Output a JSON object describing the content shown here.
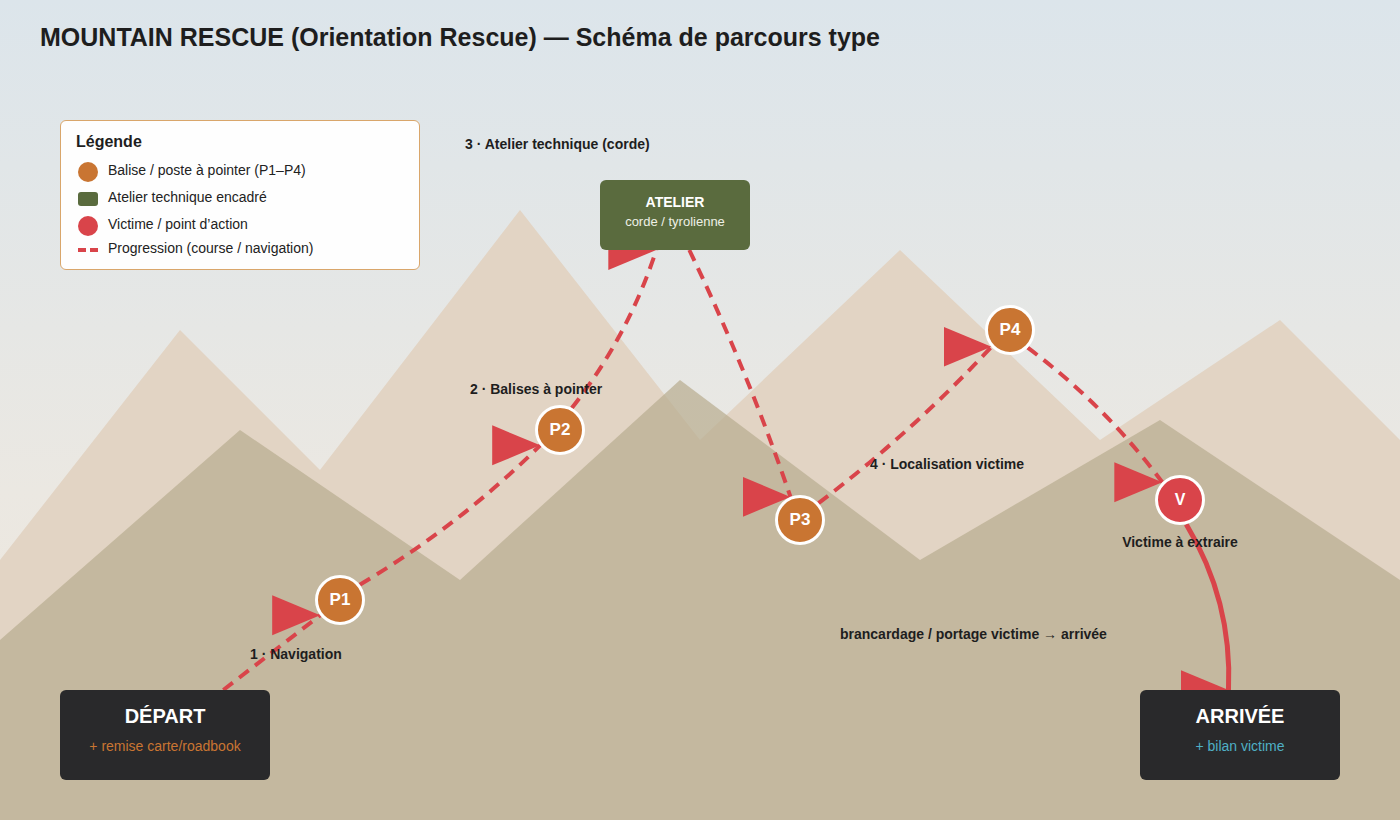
{
  "diagram": {
    "title": "MOUNTAIN RESCUE (Orientation Rescue) — Schéma de parcours type",
    "nodes": [
      {
        "text": [
          "DÉPART",
          "+ remise carte/roadbook"
        ]
      },
      {
        "text": [
          "P1"
        ]
      },
      {
        "text": [
          "P2"
        ]
      },
      {
        "text": [
          "ATELIER",
          "corde / tyrolienne"
        ]
      },
      {
        "text": [
          "P3"
        ]
      },
      {
        "text": [
          "P4"
        ]
      },
      {
        "text": [
          "V"
        ]
      },
      {
        "text": [
          "ARRIVÉE",
          "+ bilan victime"
        ]
      }
    ],
    "edges": [
      {
        "from": 0,
        "to": 1,
        "arrow": "to"
      },
      {
        "from": 1,
        "to": 2,
        "arrow": "to"
      },
      {
        "from": 2,
        "to": 3,
        "arrow": "to"
      },
      {
        "from": 3,
        "to": 4,
        "arrow": "to"
      },
      {
        "from": 4,
        "to": 5,
        "arrow": "to"
      },
      {
        "from": 5,
        "to": 6,
        "arrow": "to"
      },
      {
        "from": 6,
        "to": 7,
        "arrow": "to"
      }
    ],
    "labels": [
      "Légende",
      "3 · Atelier technique (corde)",
      "2 · Balises à pointer",
      "4 · Localisation victime",
      "Victime à extraire",
      "1 · Navigation",
      "brancardage / portage victime → arrivée"
    ],
    "legend": [
      {
        "text": "Balise / poste à pointer (P1–P4)",
        "color": "#c97532"
      },
      {
        "text": "Atelier technique encadré",
        "color": "#5a6b3e"
      },
      {
        "text": "Victime / point d’action",
        "color": "#d9444a"
      },
      {
        "text": "Progression (course / navigation)"
      }
    ]
  }
}
